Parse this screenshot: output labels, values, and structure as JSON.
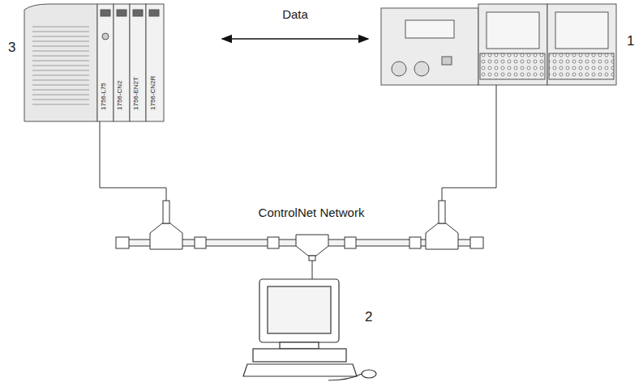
{
  "diagram": {
    "nodes": [
      {
        "text": [
          "3"
        ]
      },
      {
        "text": [
          "1"
        ]
      },
      {
        "text": [
          "2"
        ]
      }
    ],
    "edges": [
      {
        "from": 0,
        "to": 1,
        "label": "Data",
        "arrow": "both"
      }
    ],
    "labels": [
      "ControlNet Network",
      "1756-L75",
      "1756-CN2",
      "1756-EN2T",
      "1756-CN2R"
    ]
  }
}
